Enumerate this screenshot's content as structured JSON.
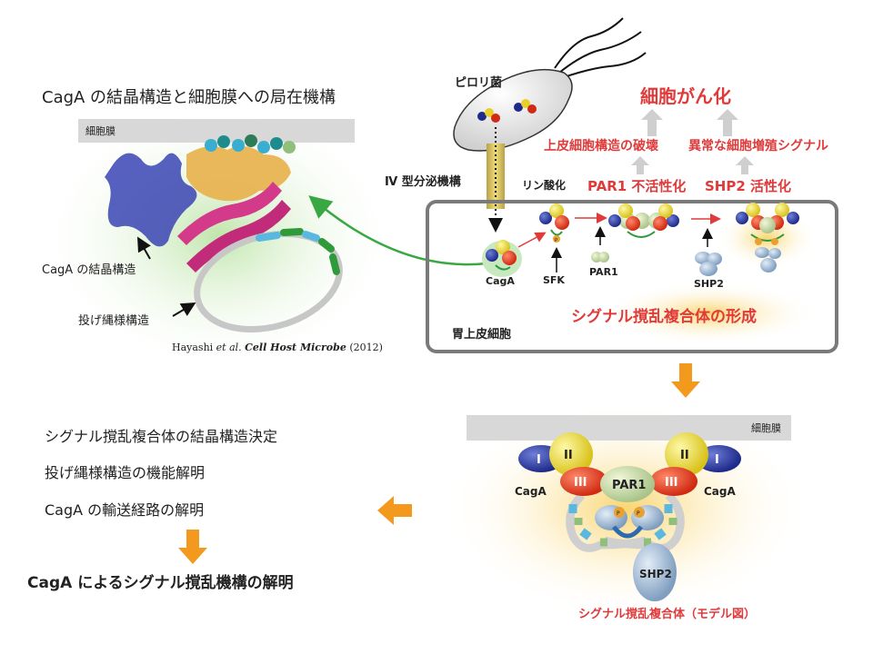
{
  "left_panel": {
    "title": "CagA の結晶構造と細胞膜への局在機構",
    "membrane_label": "細胞膜",
    "crystal_label": "CagA の結晶構造",
    "rope_label": "投げ縄様構造",
    "citation_author": "Hayashi",
    "citation_etal": "et al.",
    "citation_journal": "Cell Host Microbe",
    "citation_year": "(2012)"
  },
  "top_right": {
    "bacterium_label": "ピロリ菌",
    "secretion_label": "Ⅳ 型分泌機構",
    "cancer_label": "細胞がん化",
    "epithelial_destruction": "上皮細胞構造の破壊",
    "abnormal_signal": "異常な細胞増殖シグナル",
    "phosphorylation": "リン酸化",
    "par1_inactivation": "PAR1 不活性化",
    "shp2_activation": "SHP2 活性化",
    "cell_label": "胃上皮細胞",
    "complex_formation": "シグナル撹乱複合体の形成",
    "caga_label": "CagA",
    "sfk_label": "SFK",
    "par1_label": "PAR1",
    "shp2_label": "SHP2",
    "p_mark": "P"
  },
  "model": {
    "membrane_label": "細胞膜",
    "domain_1": "I",
    "domain_2": "II",
    "domain_3": "III",
    "caga_left": "CagA",
    "caga_right": "CagA",
    "par1": "PAR1",
    "shp2": "SHP2",
    "p_mark": "P",
    "caption": "シグナル撹乱複合体（モデル図）"
  },
  "goals": {
    "item1": "シグナル撹乱複合体の結晶構造決定",
    "item2": "投げ縄様構造の機能解明",
    "item3": "CagA の輸送経路の解明",
    "conclusion": "CagA によるシグナル撹乱機構の解明"
  },
  "colors": {
    "accent_red": "#e03a3a",
    "arrow_orange": "#f39a1e",
    "arrow_green": "#3aa842",
    "membrane_gray": "#d8d8d8"
  }
}
